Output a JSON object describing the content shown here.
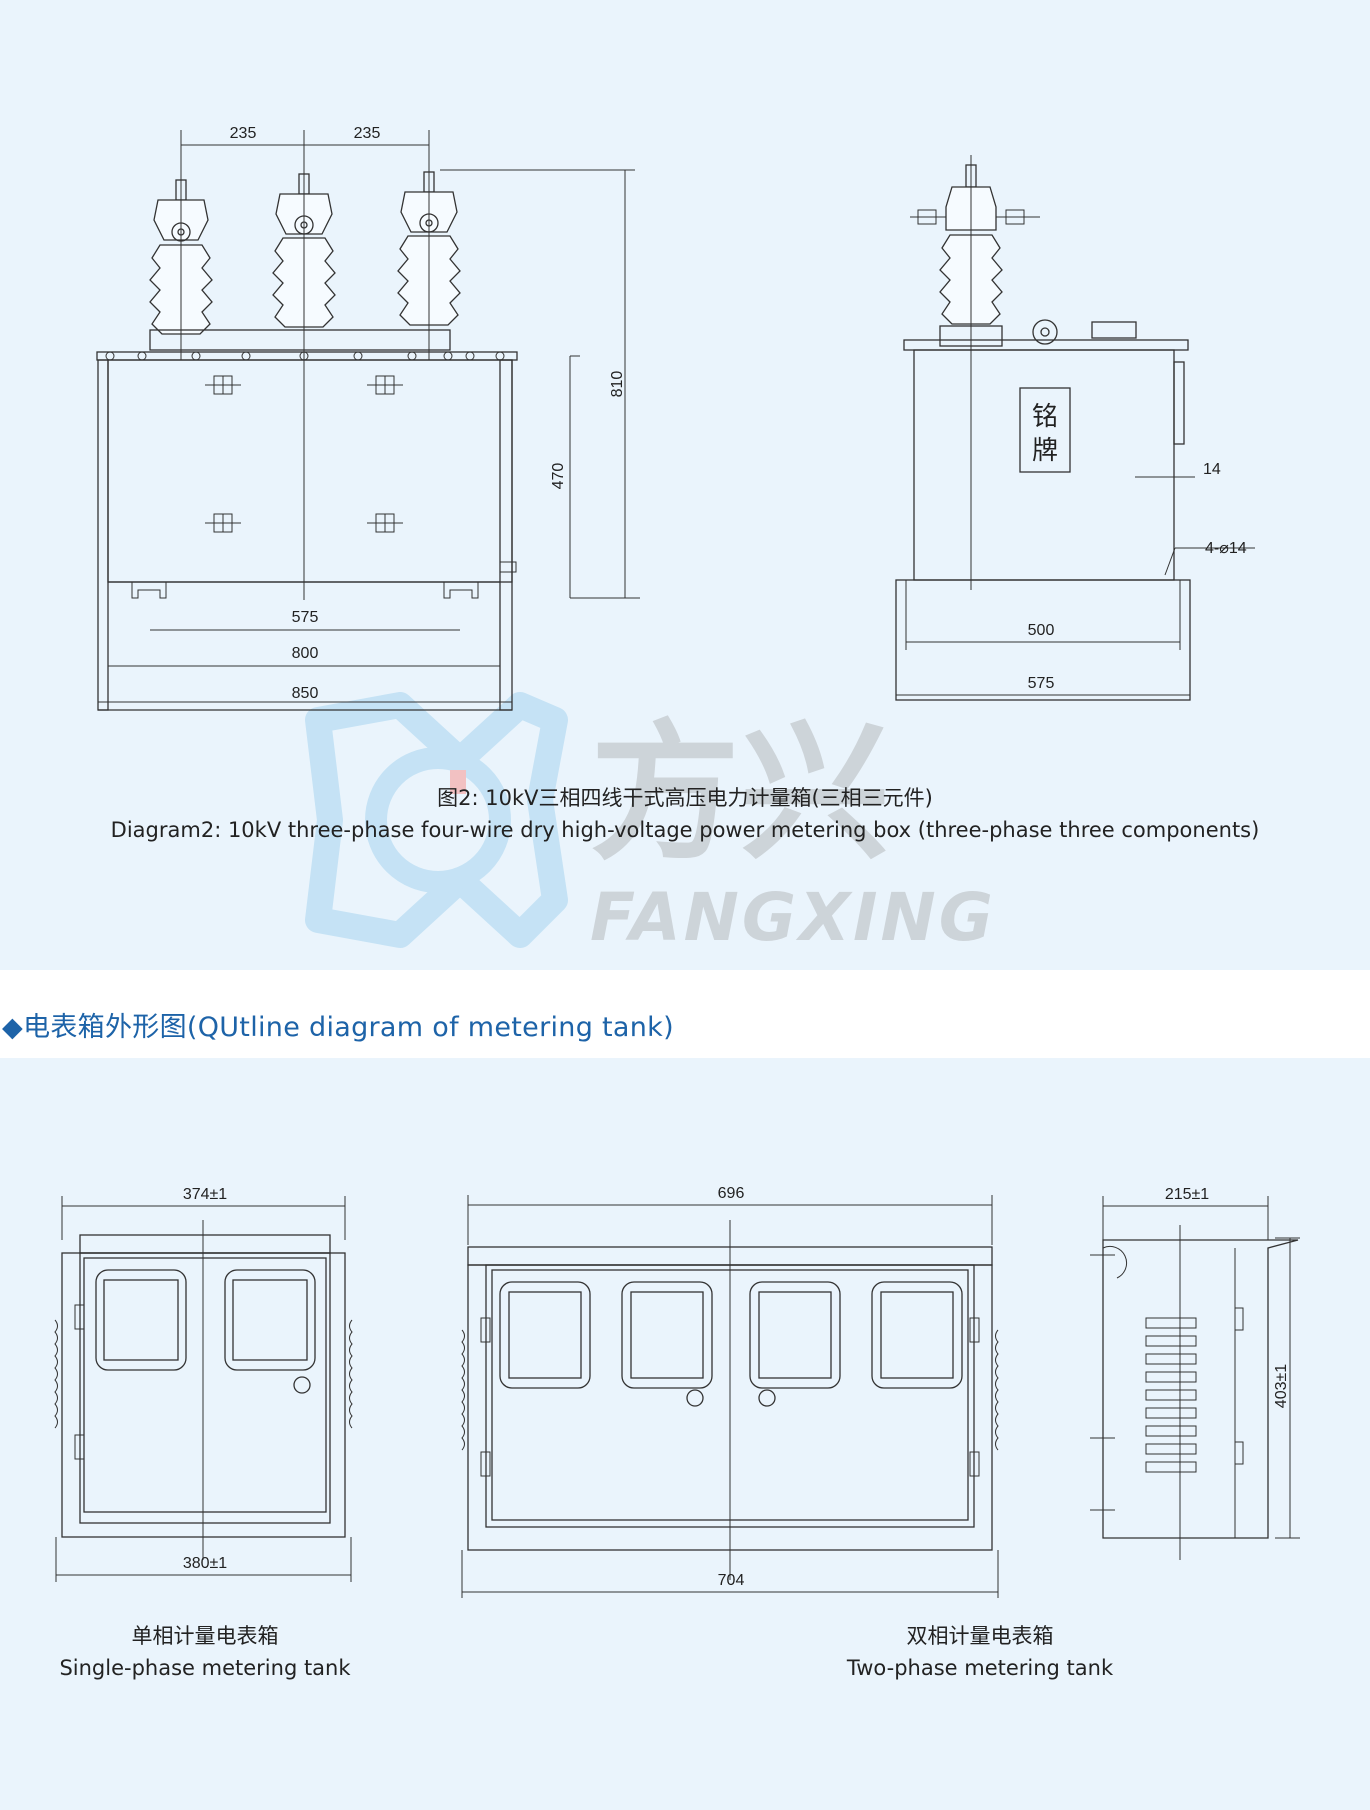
{
  "diagram2": {
    "caption_cn": "图2: 10kV三相四线干式高压电力计量箱(三相三元件)",
    "caption_en": "Diagram2: 10kV three-phase four-wire dry high-voltage power metering box (three-phase three components)",
    "front_dims": {
      "spacing_a": "235",
      "spacing_b": "235",
      "height_total": "810",
      "height_box": "470",
      "width_inner": "575",
      "width_mid": "800",
      "width_outer": "850"
    },
    "side_dims": {
      "nameplate": "铭牌",
      "offset": "14",
      "holes": "4-⌀14",
      "width_inner": "500",
      "width_outer": "575"
    }
  },
  "watermark": {
    "brand_cn": "方兴",
    "brand_en": "FANGXING"
  },
  "section": {
    "title": "◆电表箱外形图(QUtline diagram of metering tank)"
  },
  "tanks": {
    "single": {
      "top_width": "374±1",
      "bottom_width": "380±1",
      "caption_cn": "单相计量电表箱",
      "caption_en": "Single-phase metering tank"
    },
    "two": {
      "top_width": "696",
      "bottom_width": "704",
      "caption_cn": "双相计量电表箱",
      "caption_en": "Two-phase metering tank"
    },
    "side": {
      "top_width": "215±1",
      "height": "403±1"
    }
  },
  "colors": {
    "background": "#eaf4fc",
    "title_blue": "#1d63a8",
    "line": "#333333",
    "watermark_blue": "#bfe0f4",
    "watermark_gray": "#c9cfd4"
  }
}
